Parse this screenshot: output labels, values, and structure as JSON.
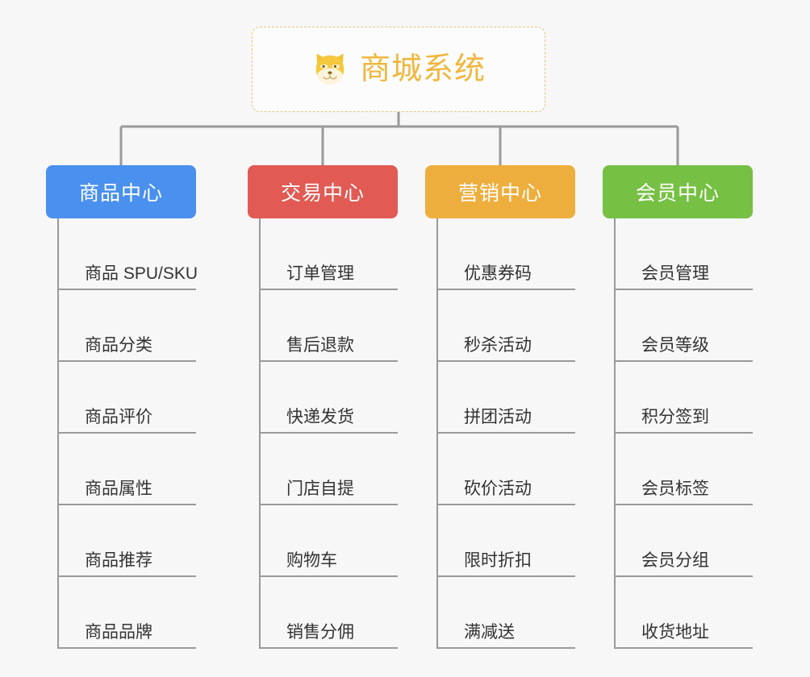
{
  "diagram": {
    "type": "mindmap-tree",
    "background_color": "#f7f7f7",
    "root": {
      "title": "商城系统",
      "icon": "shiba-dog-icon",
      "text_color": "#efb73e",
      "border_color": "#e8c37a",
      "background_color": "#fcfcfc"
    },
    "line_color": "#9a9a9a",
    "categories": [
      {
        "label": "商品中心",
        "color": "#4a90ee",
        "items": [
          "商品 SPU/SKU",
          "商品分类",
          "商品评价",
          "商品属性",
          "商品推荐",
          "商品品牌"
        ]
      },
      {
        "label": "交易中心",
        "color": "#e15a54",
        "items": [
          "订单管理",
          "售后退款",
          "快递发货",
          "门店自提",
          "购物车",
          "销售分佣"
        ]
      },
      {
        "label": "营销中心",
        "color": "#eeae3e",
        "items": [
          "优惠券码",
          "秒杀活动",
          "拼团活动",
          "砍价活动",
          "限时折扣",
          "满减送"
        ]
      },
      {
        "label": "会员中心",
        "color": "#76c044",
        "items": [
          "会员管理",
          "会员等级",
          "积分签到",
          "会员标签",
          "会员分组",
          "收货地址"
        ]
      }
    ]
  }
}
